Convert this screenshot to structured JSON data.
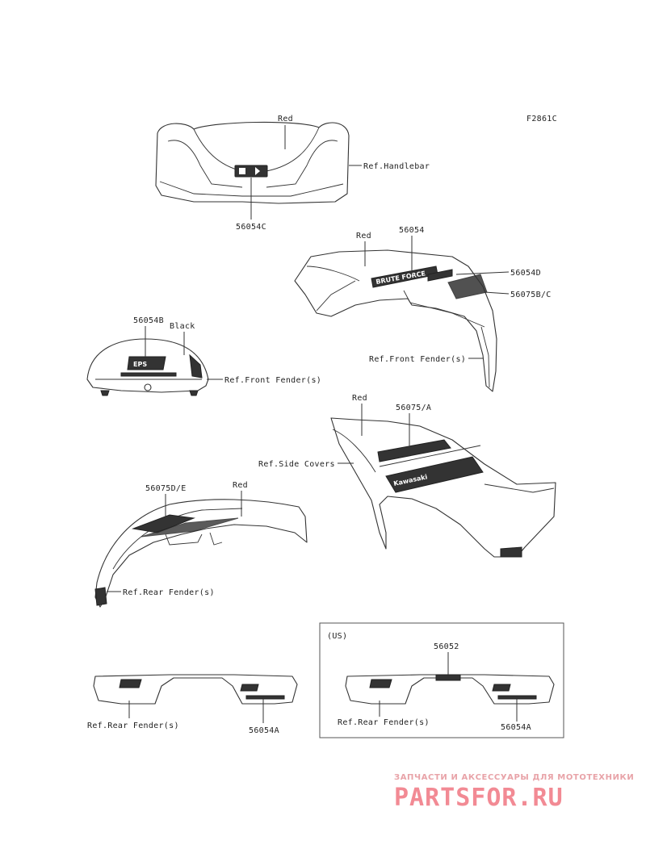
{
  "diagram_code": "F2861C",
  "labels": {
    "top_red": "Red",
    "ref_handlebar": "Ref.Handlebar",
    "part_56054c": "56054C",
    "red_front": "Red",
    "part_56054": "56054",
    "part_56054d": "56054D",
    "part_56075bc": "56075B/C",
    "ref_front_fender_right": "Ref.Front Fender(s)",
    "part_56054b": "56054B",
    "black": "Black",
    "ref_front_fender_left": "Ref.Front Fender(s)",
    "red_side": "Red",
    "part_56075a": "56075/A",
    "ref_side_covers": "Ref.Side Covers",
    "part_56075de": "56075D/E",
    "red_rear": "Red",
    "ref_rear_fender_mid": "Ref.Rear Fender(s)",
    "us": "(US)",
    "part_56052": "56052",
    "ref_rear_fender_left": "Ref.Rear Fender(s)",
    "part_56054a_left": "56054A",
    "ref_rear_fender_us": "Ref.Rear Fender(s)",
    "part_56054a_us": "56054A"
  },
  "decals": {
    "brute_force": "BRUTE FORCE",
    "eps": "EPS",
    "kawasaki": "Kawasaki"
  },
  "watermark": {
    "subtitle": "ЗАПЧАСТИ И АКСЕССУАРЫ ДЛЯ МОТОТЕХНИКИ",
    "brand": "PARTSFOR.RU"
  }
}
